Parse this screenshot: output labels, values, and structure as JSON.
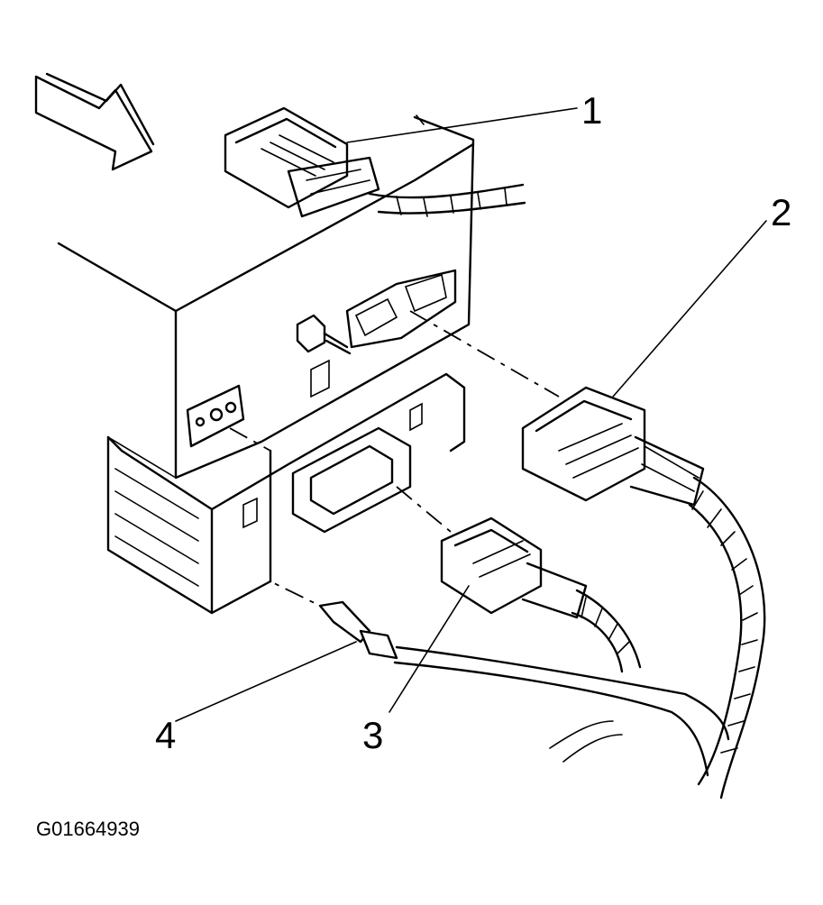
{
  "diagram": {
    "figure_id": "G01664939",
    "callouts": [
      {
        "id": "1",
        "label": "1"
      },
      {
        "id": "2",
        "label": "2"
      },
      {
        "id": "3",
        "label": "3"
      },
      {
        "id": "4",
        "label": "4"
      }
    ],
    "icons": [
      "direction-arrow",
      "module-housing",
      "mounting-bracket",
      "connector-1",
      "connector-2",
      "connector-3",
      "connector-4",
      "wiring-harness"
    ]
  }
}
